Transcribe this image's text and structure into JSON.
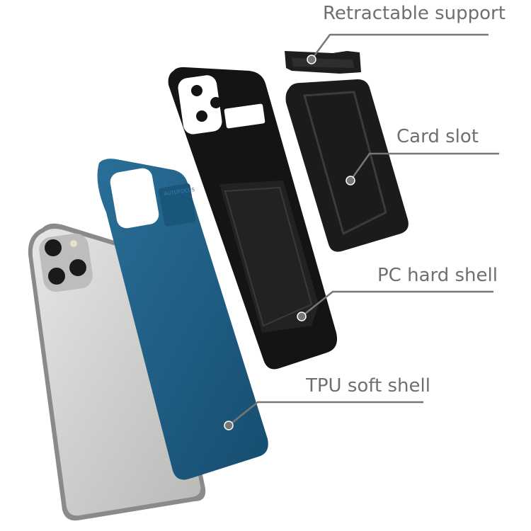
{
  "labels": {
    "retractable_support": "Retractable support",
    "card_slot": "Card slot",
    "pc_hard_shell": "PC hard shell",
    "tpu_soft_shell": "TPU soft shell"
  },
  "case_emboss": "AUTOFOCUS",
  "colors": {
    "label_text": "#6f6f6f",
    "leader_line": "#777777",
    "tpu_shell": "#1f5f86",
    "pc_shell": "#141414",
    "phone_back": "#d4d4d2"
  }
}
